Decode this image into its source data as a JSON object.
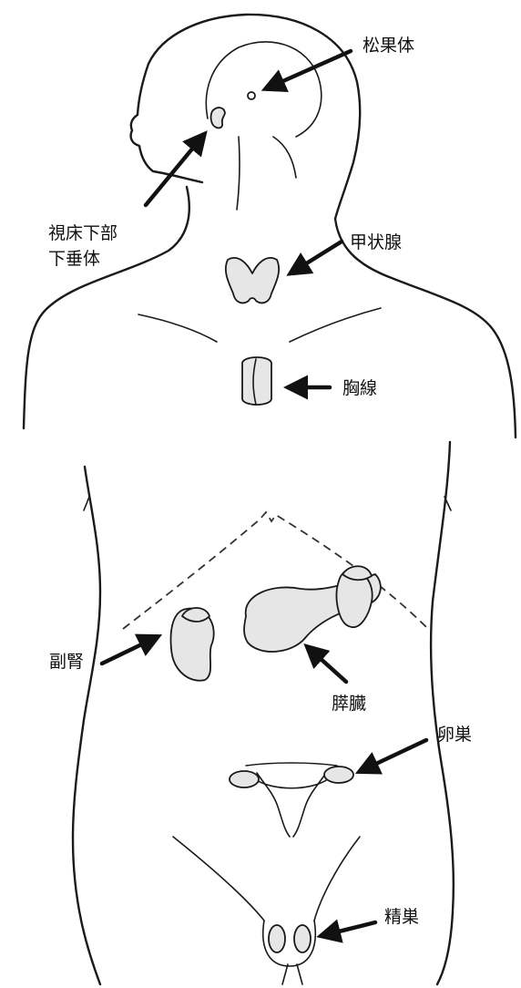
{
  "labels": {
    "pineal": "松果体",
    "hypothalamus_line1": "視床下部",
    "hypothalamus_line2": "下垂体",
    "thyroid": "甲状腺",
    "thymus": "胸線",
    "adrenal": "副腎",
    "pancreas": "膵臓",
    "ovary": "卵巣",
    "testis": "精巣"
  }
}
